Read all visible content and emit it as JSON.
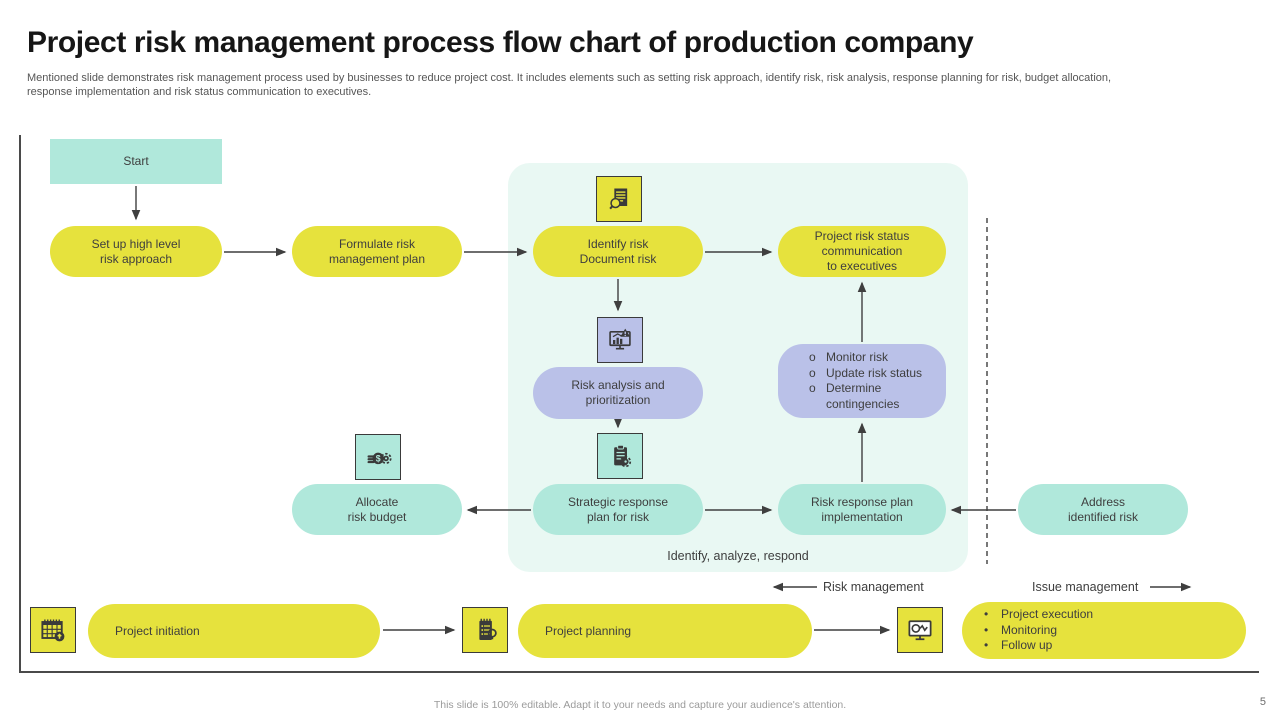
{
  "slide": {
    "title": "Project risk management process flow chart of production company",
    "description": "Mentioned slide demonstrates risk management process used by businesses to reduce project cost. It includes elements such as setting risk approach, identify risk, risk analysis, response planning for risk, budget allocation,\nresponse implementation and risk status communication to executives.",
    "footer_note": "This slide is 100% editable.  Adapt it to your needs and capture your audience's attention.",
    "page_number": "5"
  },
  "flow": {
    "start_label": "Start",
    "setup": "Set up high level\nrisk approach",
    "formulate": "Formulate risk\nmanagement plan",
    "identify": "Identify risk\nDocument risk",
    "status_communication": "Project risk status\ncommunication\nto executives",
    "risk_analysis": "Risk analysis and\nprioritization",
    "monitor": {
      "bullet": "o",
      "items": [
        "Monitor risk",
        "Update risk status",
        "Determine contingencies"
      ]
    },
    "allocate": "Allocate\nrisk budget",
    "strategic": "Strategic response\nplan for risk",
    "implementation": "Risk response plan\nimplementation",
    "address": "Address\nidentified risk",
    "region_caption": "Identify, analyze, respond",
    "risk_management_label": "Risk management",
    "issue_management_label": "Issue management"
  },
  "timeline": {
    "initiation": "Project initiation",
    "planning": "Project planning",
    "execution": {
      "bullet": "•",
      "items": [
        "Project execution",
        "Monitoring",
        "Follow up"
      ]
    }
  },
  "icons": {
    "identify": "document-search-icon",
    "analysis": "monitor-alert-chart-icon",
    "strategic": "clipboard-gear-icon",
    "budget": "money-coins-gear-icon",
    "initiation": "calendar-add-icon",
    "planning": "notebook-search-icon",
    "execution": "monitor-pulse-icon"
  },
  "colors": {
    "yellow": "#e6e23d",
    "teal": "#b0e8db",
    "lavender": "#bac1e8",
    "mint_region": "#e9f8f3",
    "ink": "#3e3e3e",
    "title": "#161616",
    "subtitle": "#565656",
    "footer": "#9b9b9b"
  }
}
